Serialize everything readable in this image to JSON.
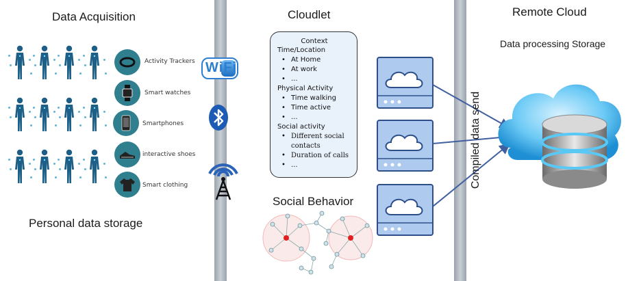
{
  "sections": {
    "data_acquisition": "Data Acquisition",
    "cloudlet": "Cloudlet",
    "remote_cloud": "Remote Cloud",
    "data_processing_storage": "Data processing Storage",
    "personal_data_storage": "Personal data storage",
    "social_behavior": "Social Behavior",
    "compiled_data_send": "Compiled data send"
  },
  "devices": [
    {
      "label": "Activity Trackers",
      "icon": "activity-tracker-icon"
    },
    {
      "label": "Smart watches",
      "icon": "smartwatch-icon"
    },
    {
      "label": "Smartphones",
      "icon": "smartphone-icon"
    },
    {
      "label": "interactive shoes",
      "icon": "shoe-icon"
    },
    {
      "label": "Smart clothing",
      "icon": "shirt-icon"
    }
  ],
  "connectivity": {
    "wifi_text": "WiFi",
    "icons": [
      "wifi-icon",
      "bluetooth-icon",
      "cell-tower-icon"
    ]
  },
  "context": {
    "title": "Context",
    "time_location": {
      "heading": "Time/Location",
      "items": [
        "At Home",
        "At work",
        "..."
      ]
    },
    "physical_activity": {
      "heading": "Physical Activity",
      "items": [
        "Time walking",
        "Time active",
        "..."
      ]
    },
    "social_activity": {
      "heading": "Social activity",
      "items": [
        "Different social",
        "contacts",
        "Duration of calls",
        "..."
      ]
    }
  },
  "colors": {
    "person": "#1d5f86",
    "device": "#2f7f8f",
    "pillar": "#b3b9c0",
    "context_bg": "#e9f1fb",
    "server": "#aecbef",
    "cloud": "#5fc2f2",
    "arrow": "#3f5fa0"
  }
}
